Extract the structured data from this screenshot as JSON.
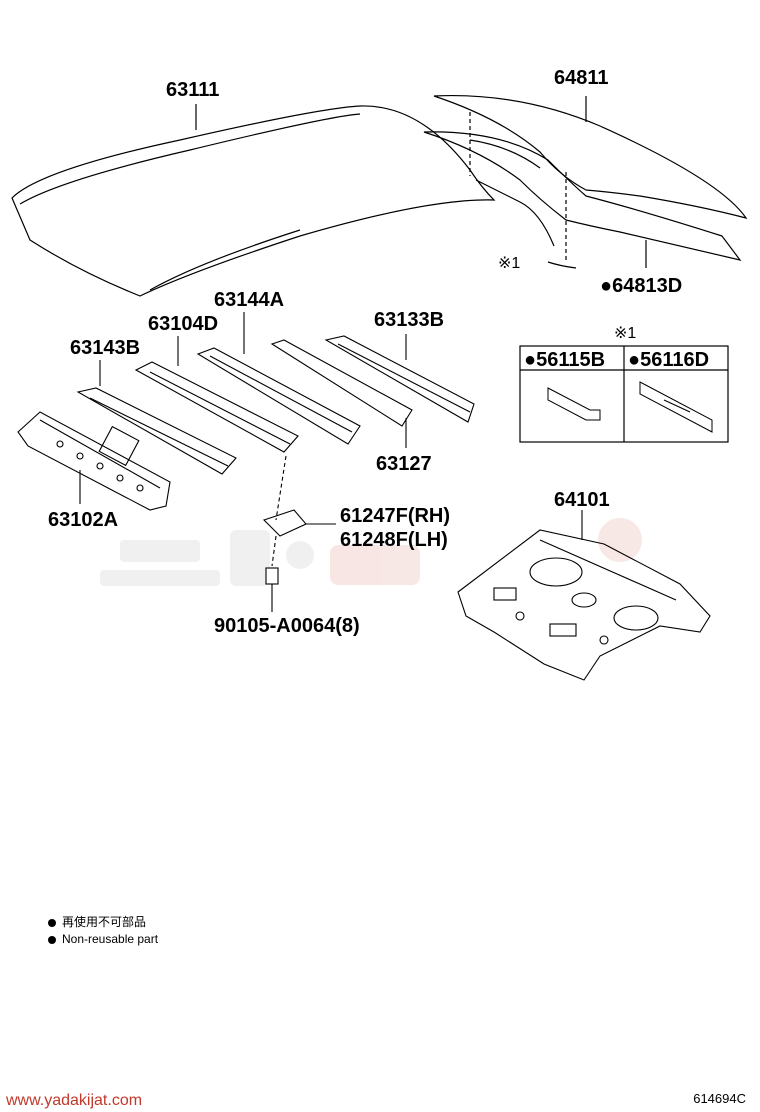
{
  "parts": {
    "roof_panel": "63111",
    "back_window_glass": "64811",
    "window_clip": "64813D",
    "note_mark_top": "※1",
    "reinforcement_center": "63144A",
    "reinforcement_roof": "63104D",
    "reinforcement_front": "63143B",
    "reinforcement_rear": "63133B",
    "roof_rail": "63127",
    "panel_front_header": "63102A",
    "bracket_rh": "61247F(RH)",
    "bracket_lh": "61248F(LH)",
    "bolt": "90105-A0064(8)",
    "package_tray": "64101"
  },
  "label_box": {
    "note_mark": "※1",
    "items": [
      "●56115B",
      "●56116D"
    ]
  },
  "legend": {
    "line1": "再使用不可部品",
    "line2": "Non-reusable part"
  },
  "footer": {
    "site": "www.yadakijat.com",
    "catalog_code": "614694C"
  },
  "colors": {
    "line": "#000000",
    "watermark": "#c0392b"
  }
}
